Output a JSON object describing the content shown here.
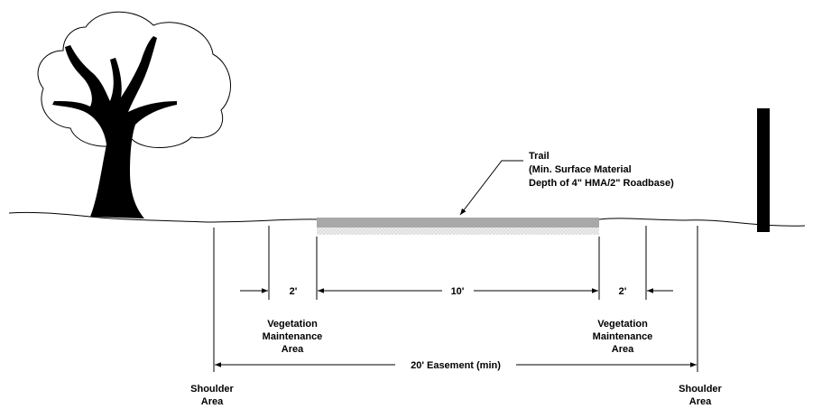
{
  "trail_label": {
    "line1": "Trail",
    "line2": "(Min. Surface Material",
    "line3": "Depth of 4\" HMA/2\" Roadbase)"
  },
  "dimensions": {
    "left_veg": "2'",
    "trail": "10'",
    "right_veg": "2'",
    "easement": "20' Easement (min)"
  },
  "left_veg_label": {
    "line1": "Vegetation",
    "line2": "Maintenance",
    "line3": "Area"
  },
  "right_veg_label": {
    "line1": "Vegetation",
    "line2": "Maintenance",
    "line3": "Area"
  },
  "left_shoulder_label": {
    "line1": "Shoulder",
    "line2": "Area"
  },
  "right_shoulder_label": {
    "line1": "Shoulder",
    "line2": "Area"
  },
  "colors": {
    "ink": "#000000",
    "trail_surface": "#a8a8a8",
    "roadbase": "#e4e4e4"
  },
  "icons": [
    "tree-icon",
    "sign-post-icon",
    "leader-arrow-icon"
  ]
}
